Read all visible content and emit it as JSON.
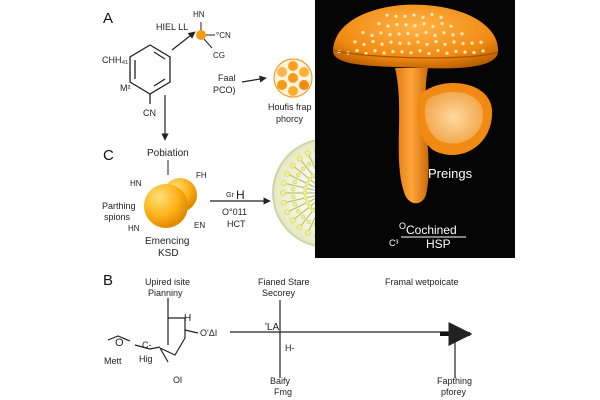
{
  "panels": {
    "a": "A",
    "b": "B",
    "c": "C"
  },
  "panel_a": {
    "ring_top_sub": "CHH₄₁",
    "ring_left_sub": "M²",
    "ring_bottom_sub": "CN",
    "reagent_top": "HIEL LL",
    "node_top": "HN",
    "node_right": "°CN",
    "node_bottom": "CG",
    "label_line1": "Faal",
    "label_line2": "PCO)",
    "caption_line1": "Houfis frap",
    "caption_line2": "phorcy"
  },
  "panel_c": {
    "title": "Pobiation",
    "hn_top": "HN",
    "fh": "FH",
    "left_line1": "Parthing",
    "left_line2": "spions",
    "hn_bottom": "HN",
    "en": "EN",
    "bottom_line1": "Emencing",
    "bottom_line2": "KSD",
    "arrow_top_small": "Gr",
    "arrow_top": "H",
    "arrow_mid": "O°011",
    "arrow_bottom": "HCT"
  },
  "photo": {
    "label": "Preings",
    "formula_sup": "O",
    "formula_main": "Cochined",
    "formula_sub": "C³",
    "formula_denom": "HSP"
  },
  "panel_b": {
    "col1_line1": "Upired isite",
    "col1_line2": "Pianniny",
    "col2_line1": "Fianed Stare",
    "col2_line2": "Secorey",
    "col3": "Framal wetpoicate",
    "h_top": "H",
    "o_right": "OʹΔI",
    "me_group": "O",
    "c_dash": "C-",
    "mett": "Mett",
    "hig": "Hig",
    "ol": "Ol",
    "la": "ʹLA",
    "h_lower": "H‐",
    "bottom_mid_line1": "Baify",
    "bottom_mid_line2": "Fmg",
    "bottom_right_line1": "Fapthing",
    "bottom_right_line2": "pforey"
  }
}
